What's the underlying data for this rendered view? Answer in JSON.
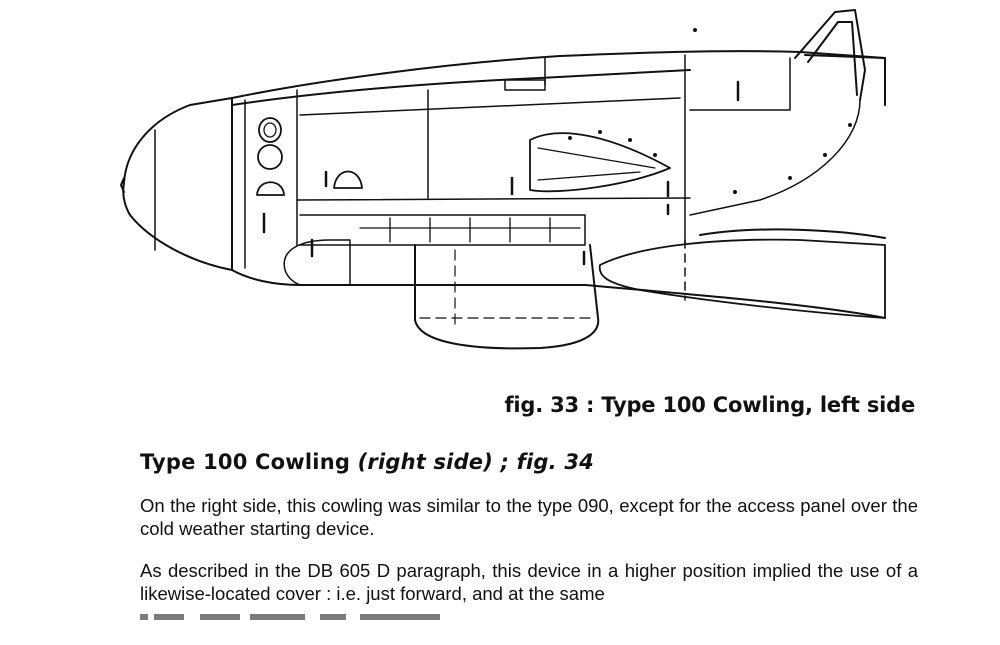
{
  "figure": {
    "caption": "fig. 33 : Type 100 Cowling, left side"
  },
  "section": {
    "heading_main": "Type 100 Cowling ",
    "heading_italic": "(right side) ; fig. 34",
    "paragraphs": [
      "On the right side, this cowling was similar to the type 090, except for the access panel over the cold weather starting device.",
      "As described in the DB 605 D paragraph, this device in a higher position implied the use of a likewise-located cover : i.e. just forward, and at the same"
    ]
  }
}
